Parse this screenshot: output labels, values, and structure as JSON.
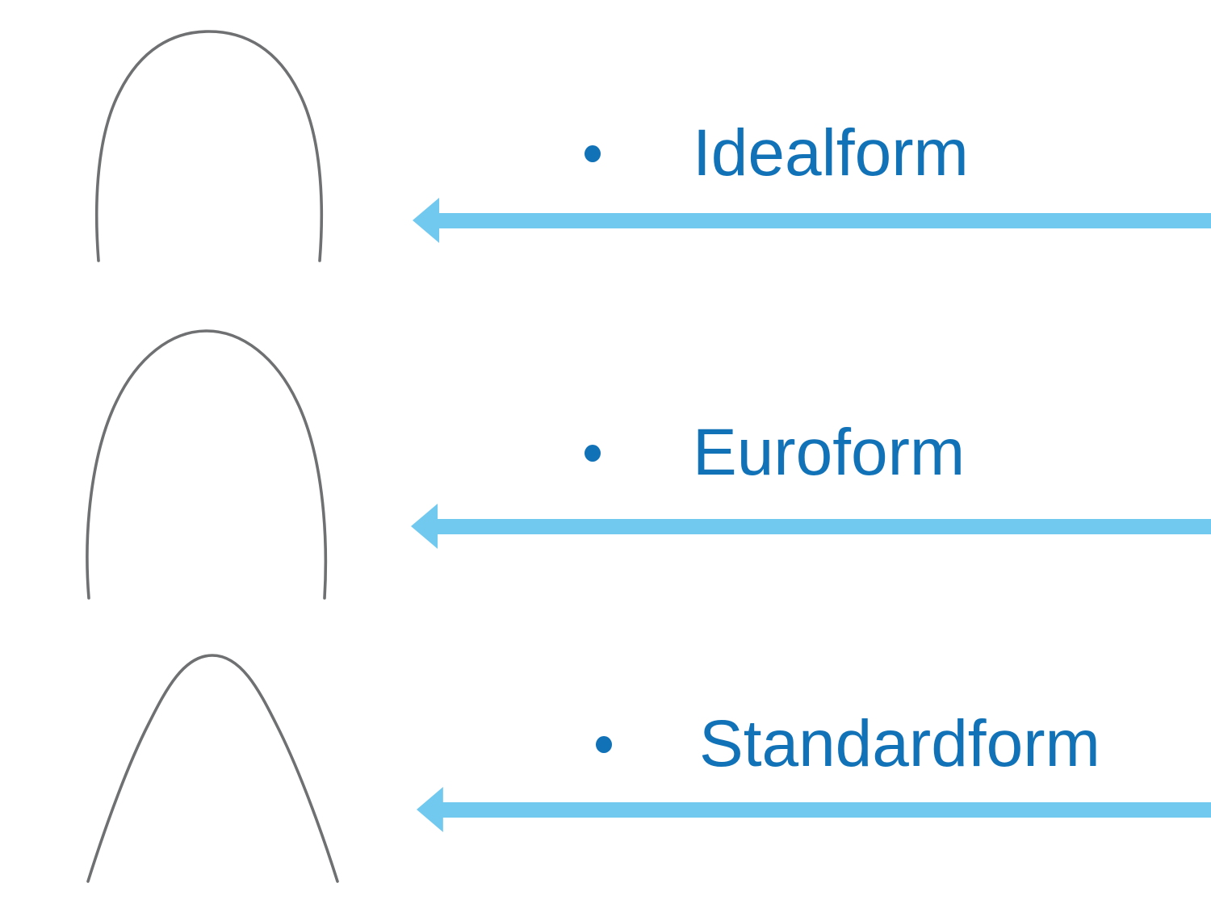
{
  "slide": {
    "background_color": "#ffffff"
  },
  "colors": {
    "label_blue": "#1172B8",
    "arrow_blue": "#71C9F0",
    "wire_gray": "#6E7072",
    "background": "#ffffff"
  },
  "items": [
    {
      "label": "Idealform",
      "image": "idealform-archwire",
      "bullet_icon": "filled-circle",
      "arrow_icon": "left-arrow"
    },
    {
      "label": "Euroform",
      "image": "euroform-archwire",
      "bullet_icon": "filled-circle",
      "arrow_icon": "left-arrow"
    },
    {
      "label": "Standardform",
      "image": "standardform-archwire",
      "bullet_icon": "filled-circle",
      "arrow_icon": "left-arrow"
    }
  ]
}
